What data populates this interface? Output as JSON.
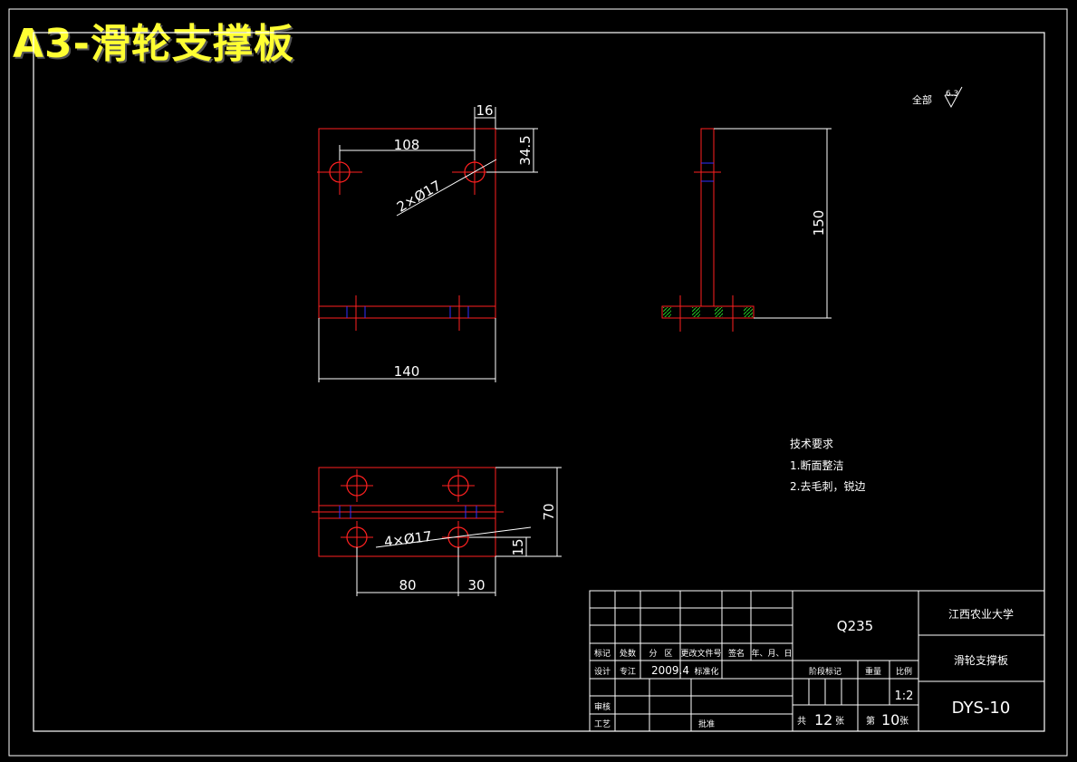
{
  "banner": "A3-滑轮支撑板",
  "roughness": {
    "label": "全部",
    "value": "6.3"
  },
  "views": {
    "front": {
      "dim_hole_spacing": "108",
      "dim_edge": "16",
      "dim_vertical": "34.5",
      "hole_callout": "2×Ø17",
      "dim_width": "140"
    },
    "side": {
      "dim_height": "150"
    },
    "top": {
      "dim_height": "70",
      "dim_edge": "15",
      "hole_callout": "4×Ø17",
      "dim_spacing": "80",
      "dim_offset": "30"
    }
  },
  "tech_requirements": {
    "title": "技术要求",
    "items": [
      "1.断面整洁",
      "2.去毛刺，锐边"
    ]
  },
  "title_block": {
    "material": "Q235",
    "school": "江西农业大学",
    "part_name": "滑轮支撑板",
    "drawing_no": "DYS-10",
    "header_cols": [
      "标记",
      "处数",
      "分",
      "区",
      "更改文件号",
      "签名",
      "年、月、日"
    ],
    "design_label": "设计",
    "designer": "专江",
    "date": "2009.4",
    "standardize_label": "标准化",
    "review_label": "审核",
    "process_label": "工艺",
    "approve_label": "批准",
    "stage_label": "阶段标记",
    "weight_label": "重量",
    "scale_label": "比例",
    "scale": "1:2",
    "total_prefix": "共",
    "total_sheets": "12",
    "total_suffix": "张",
    "sheet_prefix": "第",
    "sheet_no": "10",
    "sheet_suffix": "张"
  }
}
